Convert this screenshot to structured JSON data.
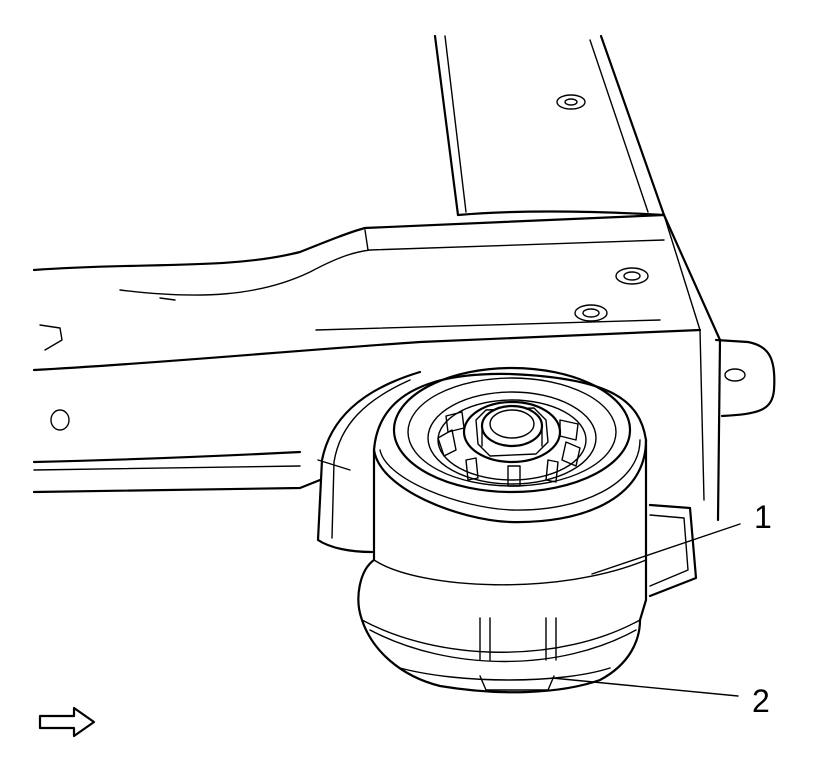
{
  "callouts": [
    {
      "id": "1",
      "label": "1"
    },
    {
      "id": "2",
      "label": "2"
    }
  ],
  "icons": {
    "view_direction": "arrow-right-icon"
  },
  "colors": {
    "line": "#000000",
    "background": "#ffffff"
  }
}
